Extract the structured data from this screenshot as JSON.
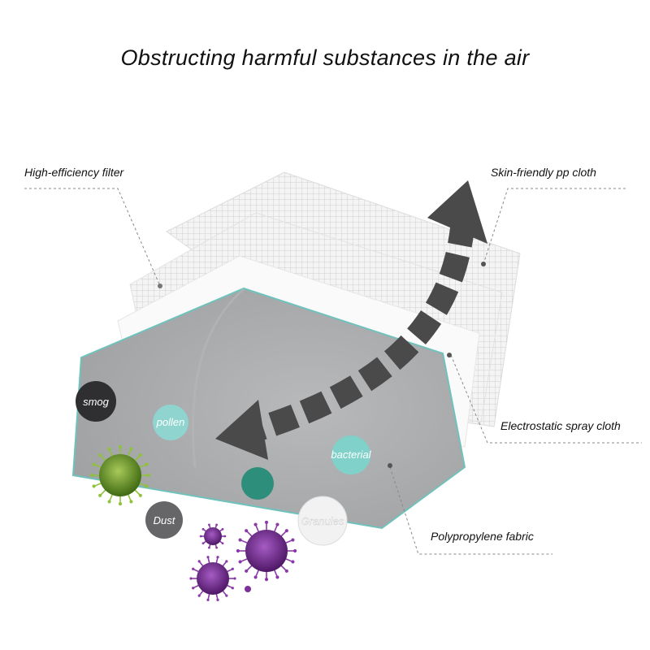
{
  "title": "Obstructing harmful substances in the air",
  "layers": {
    "high_efficiency_filter": "High-efficiency filter",
    "skin_friendly": "Skin-friendly pp cloth",
    "electrostatic": "Electrostatic spray cloth",
    "polypropylene": "Polypropylene fabric"
  },
  "particles": {
    "smog": "smog",
    "pollen": "pollen",
    "bacterial": "bacterial",
    "dust": "Dust",
    "granules": "Granules"
  },
  "colors": {
    "front_layer": "#a7a8aa",
    "front_edge": "#6fc2bc",
    "arrow": "#4a4a4a",
    "smog": "#2f2f31",
    "pollen": "#8fd4cf",
    "bacterial": "#7fd1c9",
    "teal_dot": "#2d8f7b",
    "dust": "#666668",
    "granules": "#f2f2f2",
    "virus_purple": "#7d2f9a",
    "virus_green": "#5e8a1f"
  }
}
